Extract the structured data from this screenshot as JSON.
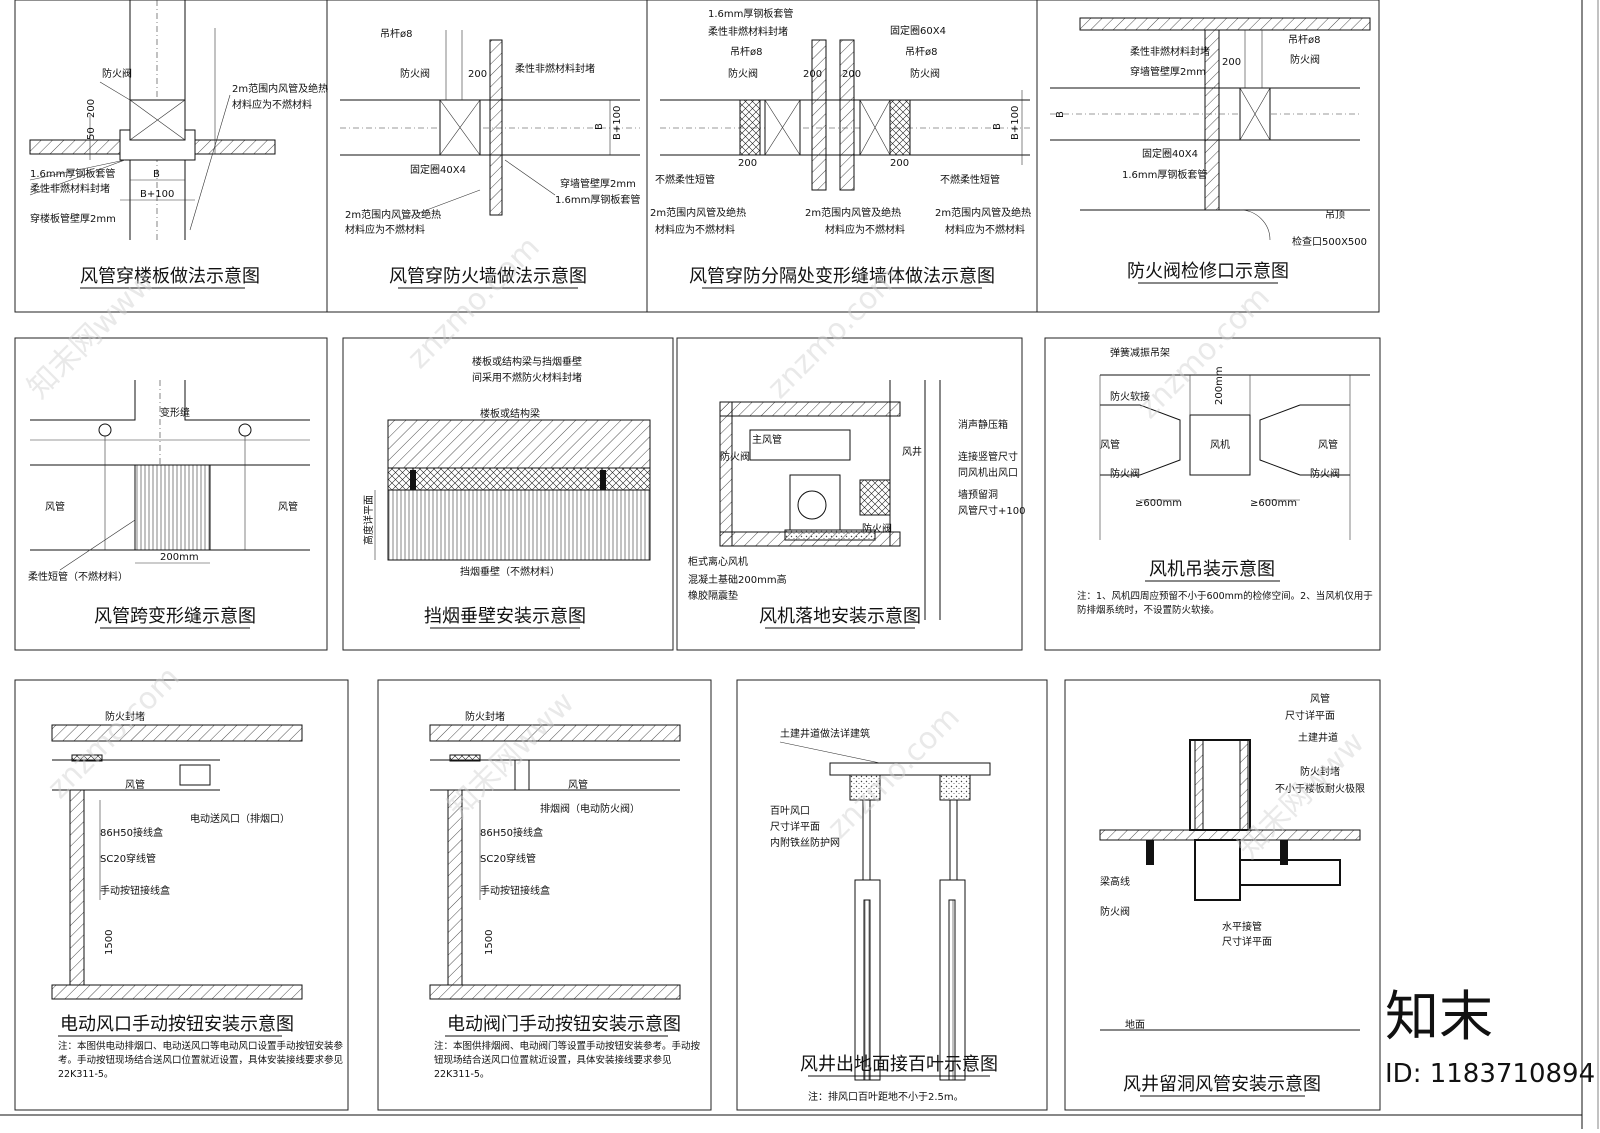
{
  "panels": [
    {
      "id": "p1",
      "title": "风管穿楼板做法示意图",
      "labels": [
        "防火阀",
        "2m范围内风管及绝热",
        "材料应为不燃材料",
        "1.6mm厚钢板套管",
        "柔性非燃材料封堵",
        "穿楼板管壁厚2mm",
        "50",
        "200",
        "B",
        "B+100"
      ]
    },
    {
      "id": "p2",
      "title": "风管穿防火墙做法示意图",
      "labels": [
        "吊杆ø8",
        "防火阀",
        "200",
        "柔性非燃材料封堵",
        "固定圈40X4",
        "B",
        "B+100",
        "穿墙管壁厚2mm",
        "1.6mm厚钢板套管",
        "2m范围内风管及绝热",
        "材料应为不燃材料"
      ]
    },
    {
      "id": "p3",
      "title": "风管穿防分隔处变形缝墙体做法示意图",
      "labels": [
        "1.6mm厚钢板套管",
        "柔性非燃材料封堵",
        "吊杆ø8",
        "防火阀",
        "200",
        "固定圈60X4",
        "吊杆ø8",
        "防火阀",
        "200",
        "200",
        "不燃柔性短管",
        "2m范围内风管及绝热",
        "材料应为不燃材料",
        "2m范围内风管及绝热",
        "材料应为不燃材料",
        "200",
        "不燃柔性短管",
        "2m范围内风管及绝热",
        "材料应为不燃材料",
        "B",
        "B+100"
      ]
    },
    {
      "id": "p4",
      "title": "防火阀检修口示意图",
      "labels": [
        "柔性非燃材料封堵",
        "穿墙管壁厚2mm",
        "200",
        "吊杆ø8",
        "防火阀",
        "B",
        "固定圈40X4",
        "1.6mm厚钢板套管",
        "吊顶",
        "检查口500X500"
      ]
    },
    {
      "id": "p5",
      "title": "风管跨变形缝示意图",
      "labels": [
        "变形缝",
        "风管",
        "风管",
        "200mm",
        "柔性短管（不燃材料）"
      ]
    },
    {
      "id": "p6",
      "title": "挡烟垂壁安装示意图",
      "labels": [
        "楼板或结构梁与挡烟垂壁",
        "间采用不燃防火材料封堵",
        "楼板或结构梁",
        "高度详平面",
        "挡烟垂壁（不燃材料）"
      ]
    },
    {
      "id": "p7",
      "title": "风机落地安装示意图",
      "labels": [
        "主风管",
        "防火阀",
        "风井",
        "消声静压箱",
        "连接竖管尺寸",
        "同风机出风口",
        "墙预留洞",
        "风管尺寸+100",
        "防火阀",
        "柜式离心风机",
        "混凝土基础200mm高",
        "橡胶隔震垫"
      ]
    },
    {
      "id": "p8",
      "title": "风机吊装示意图",
      "labels": [
        "弹簧减振吊架",
        "防火软接",
        "200mm",
        "风管",
        "风机",
        "风管",
        "防火阀",
        "防火阀",
        "≥600mm",
        "≥600mm"
      ],
      "note": "注：1、风机四周应预留不小于600mm的检修空间。2、当风机仅用于防排烟系统时，不设置防火软接。"
    },
    {
      "id": "p9",
      "title": "电动风口手动按钮安装示意图",
      "labels": [
        "防火封堵",
        "风管",
        "电动送风口（排烟口）",
        "86H50接线盒",
        "SC20穿线管",
        "手动按钮接线盒",
        "1500"
      ],
      "note": "注：本图供电动排烟口、电动送风口等电动风口设置手动按钮安装参考。手动按钮现场结合送风口位置就近设置，具体安装接线要求参见22K311-5。"
    },
    {
      "id": "p10",
      "title": "电动阀门手动按钮安装示意图",
      "labels": [
        "防火封堵",
        "风管",
        "排烟阀（电动防火阀）",
        "86H50接线盒",
        "SC20穿线管",
        "手动按钮接线盒",
        "1500"
      ],
      "note": "注：本图供排烟阀、电动阀门等设置手动按钮安装参考。手动按钮现场结合送风口位置就近设置，具体安装接线要求参见22K311-5。"
    },
    {
      "id": "p11",
      "title": "风井出地面接百叶示意图",
      "labels": [
        "土建井道做法详建筑",
        "百叶风口",
        "尺寸详平面",
        "内附铁丝防护网"
      ],
      "note": "注：排风口百叶距地不小于2.5m。"
    },
    {
      "id": "p12",
      "title": "风井留洞风管安装示意图",
      "labels": [
        "风管",
        "尺寸详平面",
        "土建井道",
        "防火封堵",
        "不小于楼板耐火极限",
        "梁高线",
        "防火阀",
        "水平接管",
        "尺寸详平面",
        "地面"
      ]
    }
  ],
  "watermark": {
    "brand": "知末",
    "id": "ID: 1183710894",
    "site": "znzmo.com",
    "cn": "知末网www"
  }
}
